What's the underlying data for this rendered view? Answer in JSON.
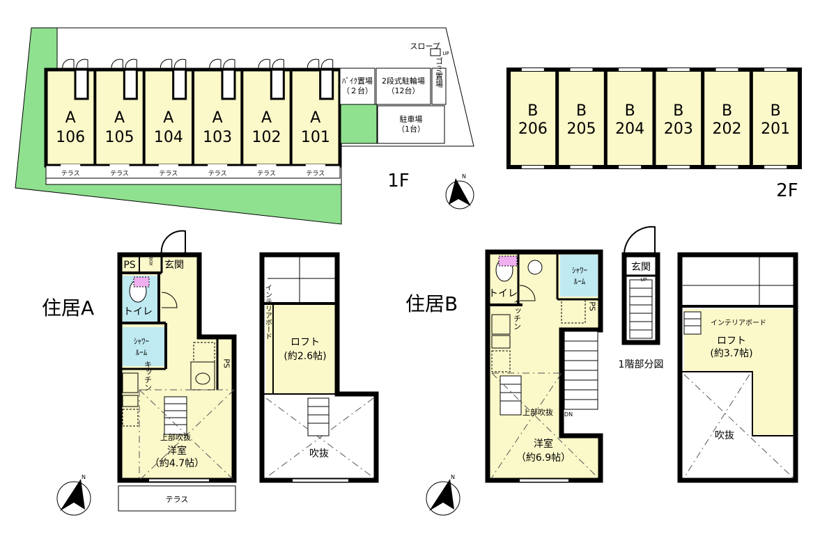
{
  "site": {
    "floor1_label": "1F",
    "floor2_label": "2F",
    "units_1f": [
      {
        "prefix": "A",
        "number": "106"
      },
      {
        "prefix": "A",
        "number": "105"
      },
      {
        "prefix": "A",
        "number": "104"
      },
      {
        "prefix": "A",
        "number": "103"
      },
      {
        "prefix": "A",
        "number": "102"
      },
      {
        "prefix": "A",
        "number": "101"
      }
    ],
    "units_2f": [
      {
        "prefix": "B",
        "number": "206"
      },
      {
        "prefix": "B",
        "number": "205"
      },
      {
        "prefix": "B",
        "number": "204"
      },
      {
        "prefix": "B",
        "number": "203"
      },
      {
        "prefix": "B",
        "number": "202"
      },
      {
        "prefix": "B",
        "number": "201"
      }
    ],
    "terrace": "テラス",
    "bike_parking": {
      "line1": "ﾊﾞｲｸ置場",
      "line2": "（２台）"
    },
    "bicycle_parking": {
      "line1": "2段式駐輪場",
      "line2": "（12台）"
    },
    "garbage": "ゴミ置場",
    "car_parking": {
      "line1": "駐車場",
      "line2": "（1台）"
    },
    "slope": "スロープ",
    "up": "UP"
  },
  "plan_a": {
    "title": "住居A",
    "ps": "PS",
    "meter": "M BOX",
    "entrance": "玄関",
    "toilet": "トイレ",
    "shower": {
      "line1": "ｼｬﾜｰ",
      "line2": "ﾙｰﾑ"
    },
    "ps2": "PS",
    "kitchen": "キッチン",
    "atrium_above": "上部吹抜",
    "western_room": {
      "line1": "洋室",
      "line2": "（約4.7帖）"
    },
    "terrace": "テラス",
    "loft": {
      "line1": "ロフト",
      "line2": "(約2.6帖)"
    },
    "interior_board": "インテリアボード",
    "atrium": "吹抜"
  },
  "plan_b": {
    "title": "住居B",
    "toilet": "トイレ",
    "shower": {
      "line1": "ｼｬﾜｰ",
      "line2": "ﾙｰﾑ"
    },
    "ps": "PS",
    "kitchen": "キッチン",
    "down": "DN",
    "atrium_above": "上部吹抜",
    "western_room": {
      "line1": "洋室",
      "line2": "（約6.9帖）"
    },
    "entrance": "玄関",
    "up": "UP",
    "partial_caption": "1階部分図",
    "interior_board": "インテリアボード",
    "loft": {
      "line1": "ロフト",
      "line2": "(約3.7帖)"
    },
    "atrium": "吹抜"
  },
  "compass": {
    "north": "N"
  },
  "colors": {
    "room": "#fbf8c9",
    "green": "#8fe08f",
    "water": "#bfeaf2",
    "wall": "#000000"
  }
}
